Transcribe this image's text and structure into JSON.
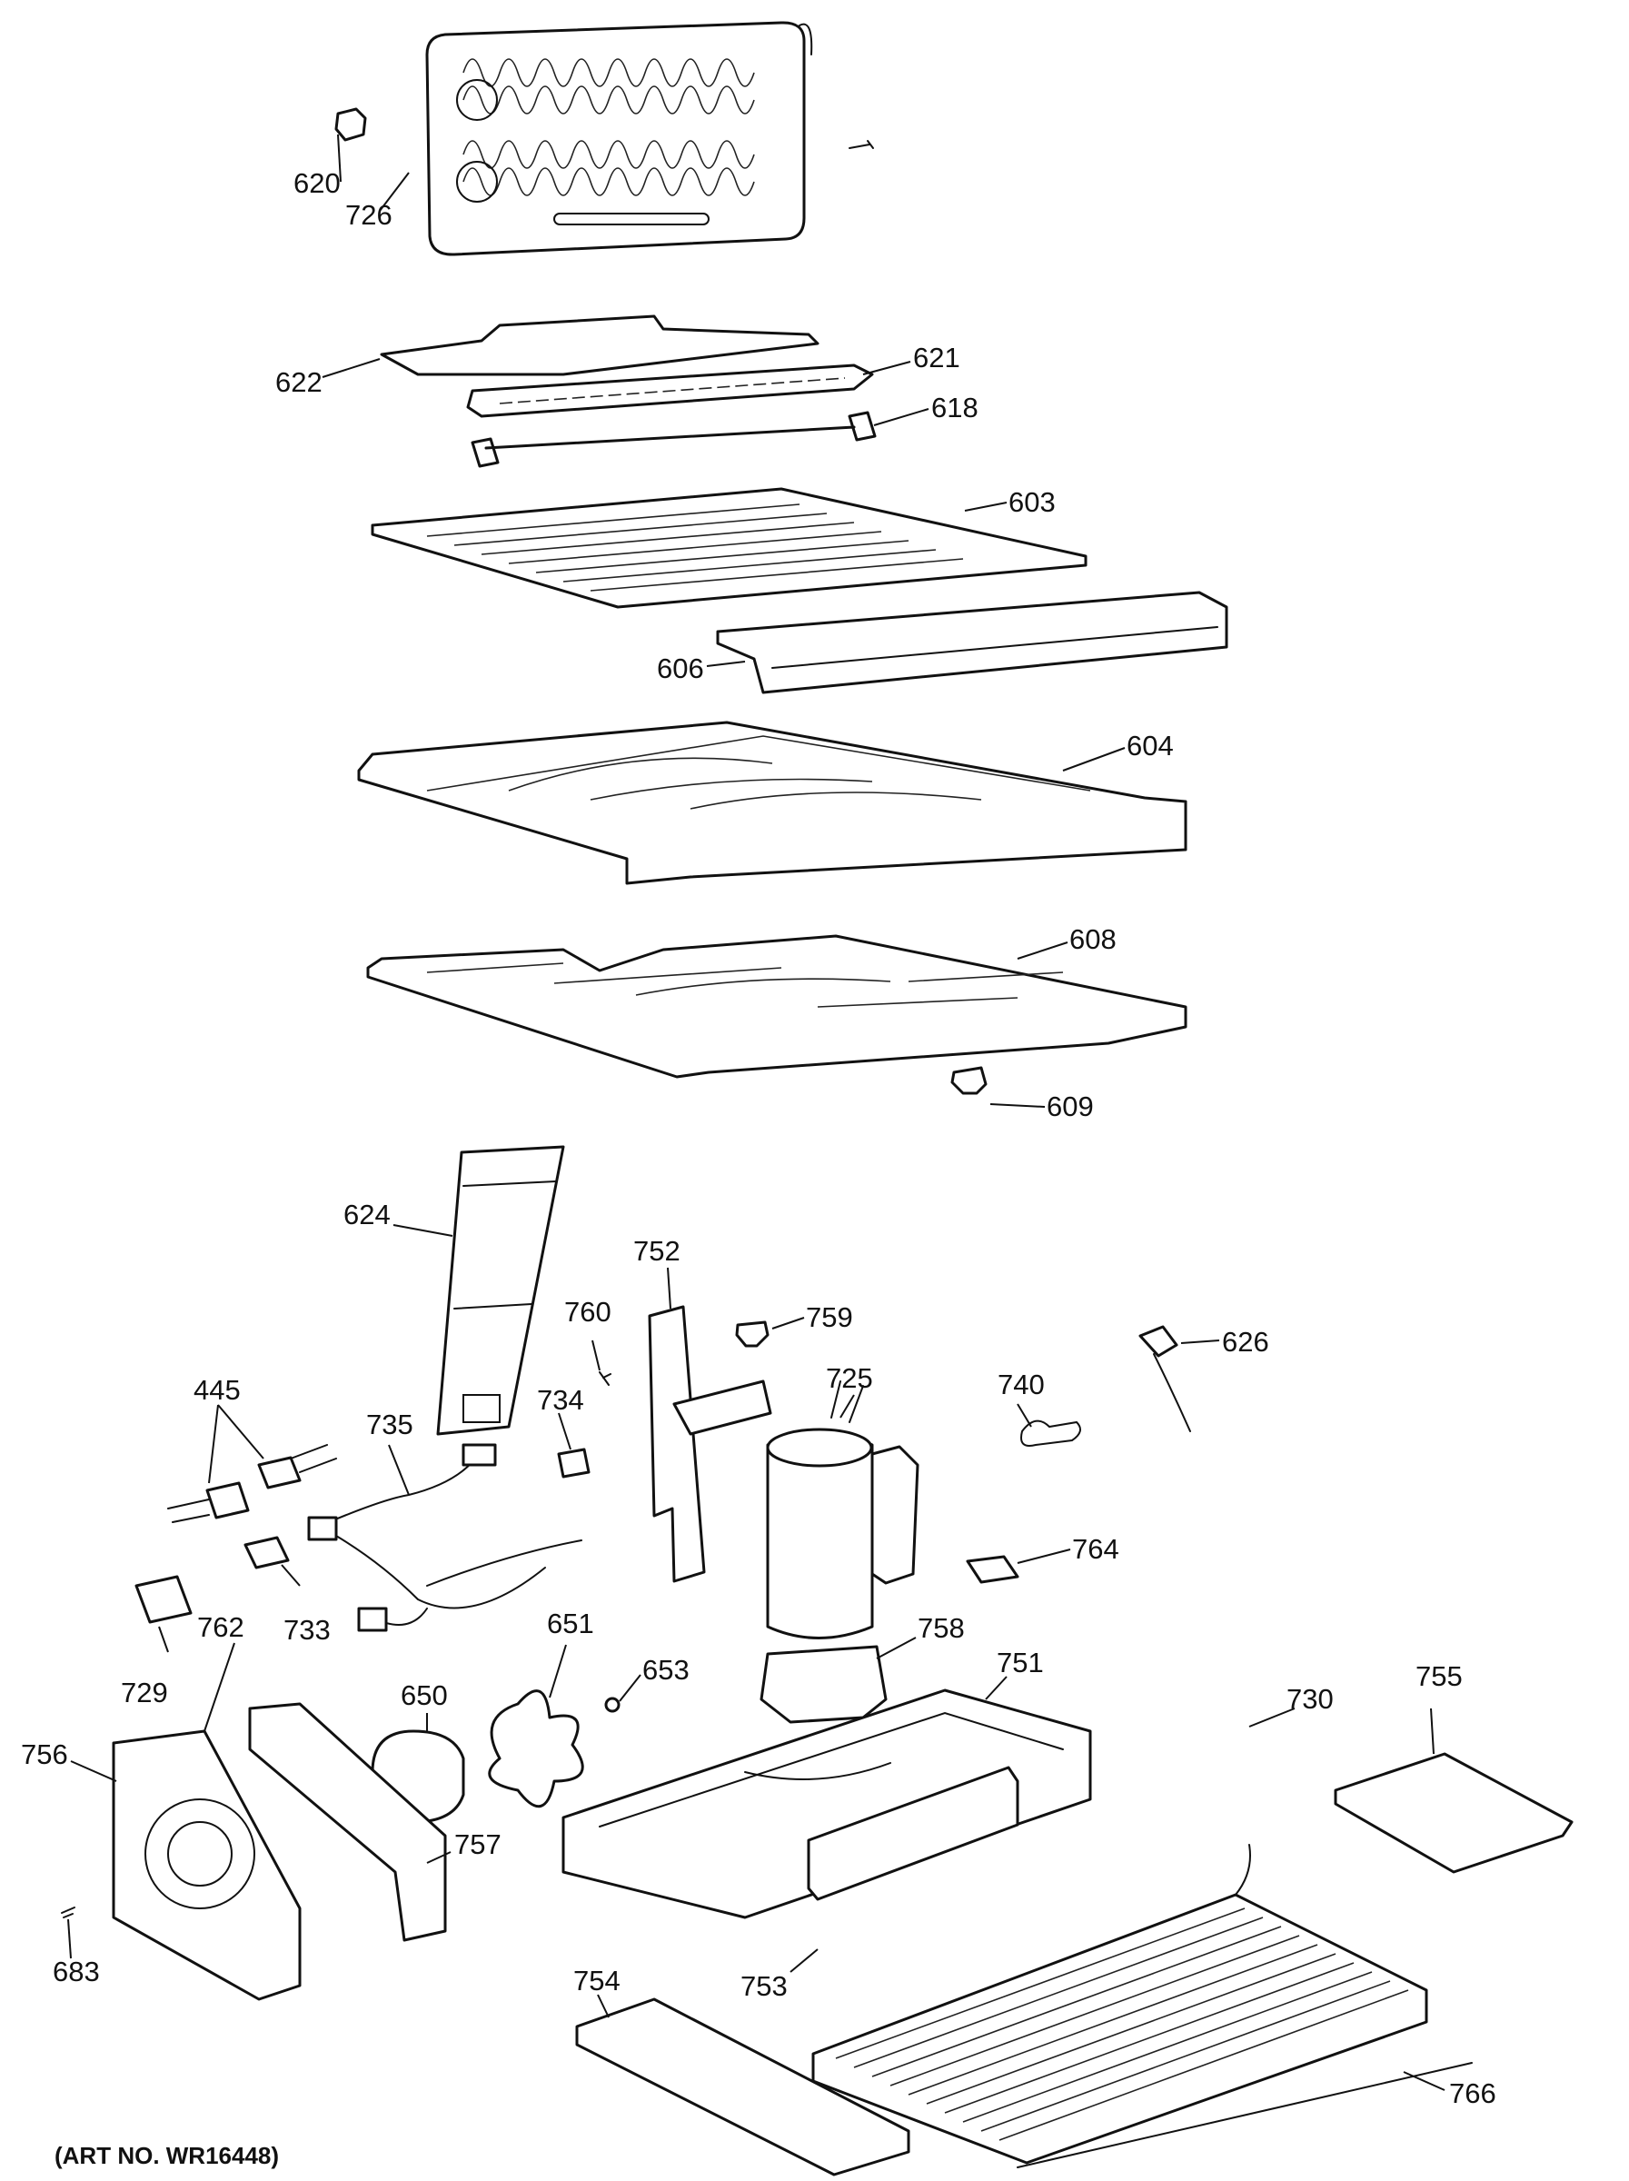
{
  "figure": {
    "art_number": "(ART NO. WR16448)"
  },
  "callouts": {
    "c620": "620",
    "c726": "726",
    "c622": "622",
    "c621": "621",
    "c618": "618",
    "c603": "603",
    "c606": "606",
    "c604": "604",
    "c608": "608",
    "c609": "609",
    "c624": "624",
    "c752": "752",
    "c759": "759",
    "c760": "760",
    "c725": "725",
    "c740": "740",
    "c626": "626",
    "c445": "445",
    "c735": "735",
    "c734": "734",
    "c764": "764",
    "c733": "733",
    "c729": "729",
    "c651": "651",
    "c758": "758",
    "c650": "650",
    "c653": "653",
    "c751": "751",
    "c762": "762",
    "c756": "756",
    "c730": "730",
    "c755": "755",
    "c757": "757",
    "c683": "683",
    "c754": "754",
    "c753": "753",
    "c766": "766"
  }
}
